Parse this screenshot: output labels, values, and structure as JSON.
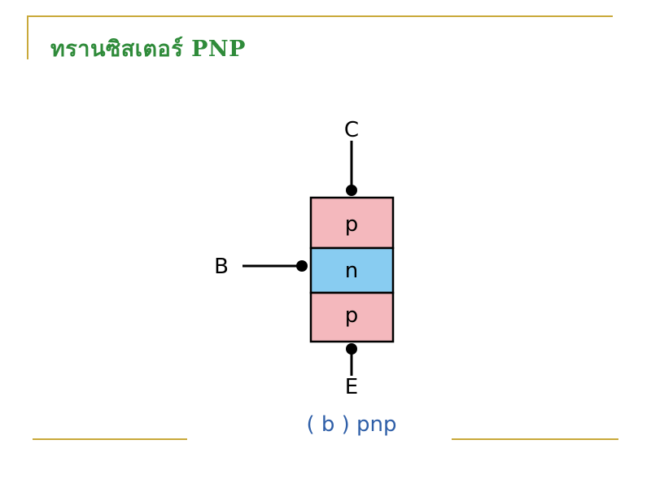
{
  "slide": {
    "title": "ทรานซิสเตอร์   PNP"
  },
  "diagram": {
    "terminals": {
      "collector": "C",
      "base": "B",
      "emitter": "E"
    },
    "layers": [
      {
        "label": "p",
        "color": "#f4b8bd"
      },
      {
        "label": "n",
        "color": "#88ccf1"
      },
      {
        "label": "p",
        "color": "#f4b8bd"
      }
    ],
    "caption": "( b ) pnp",
    "caption_color": "#2f5fa8"
  }
}
